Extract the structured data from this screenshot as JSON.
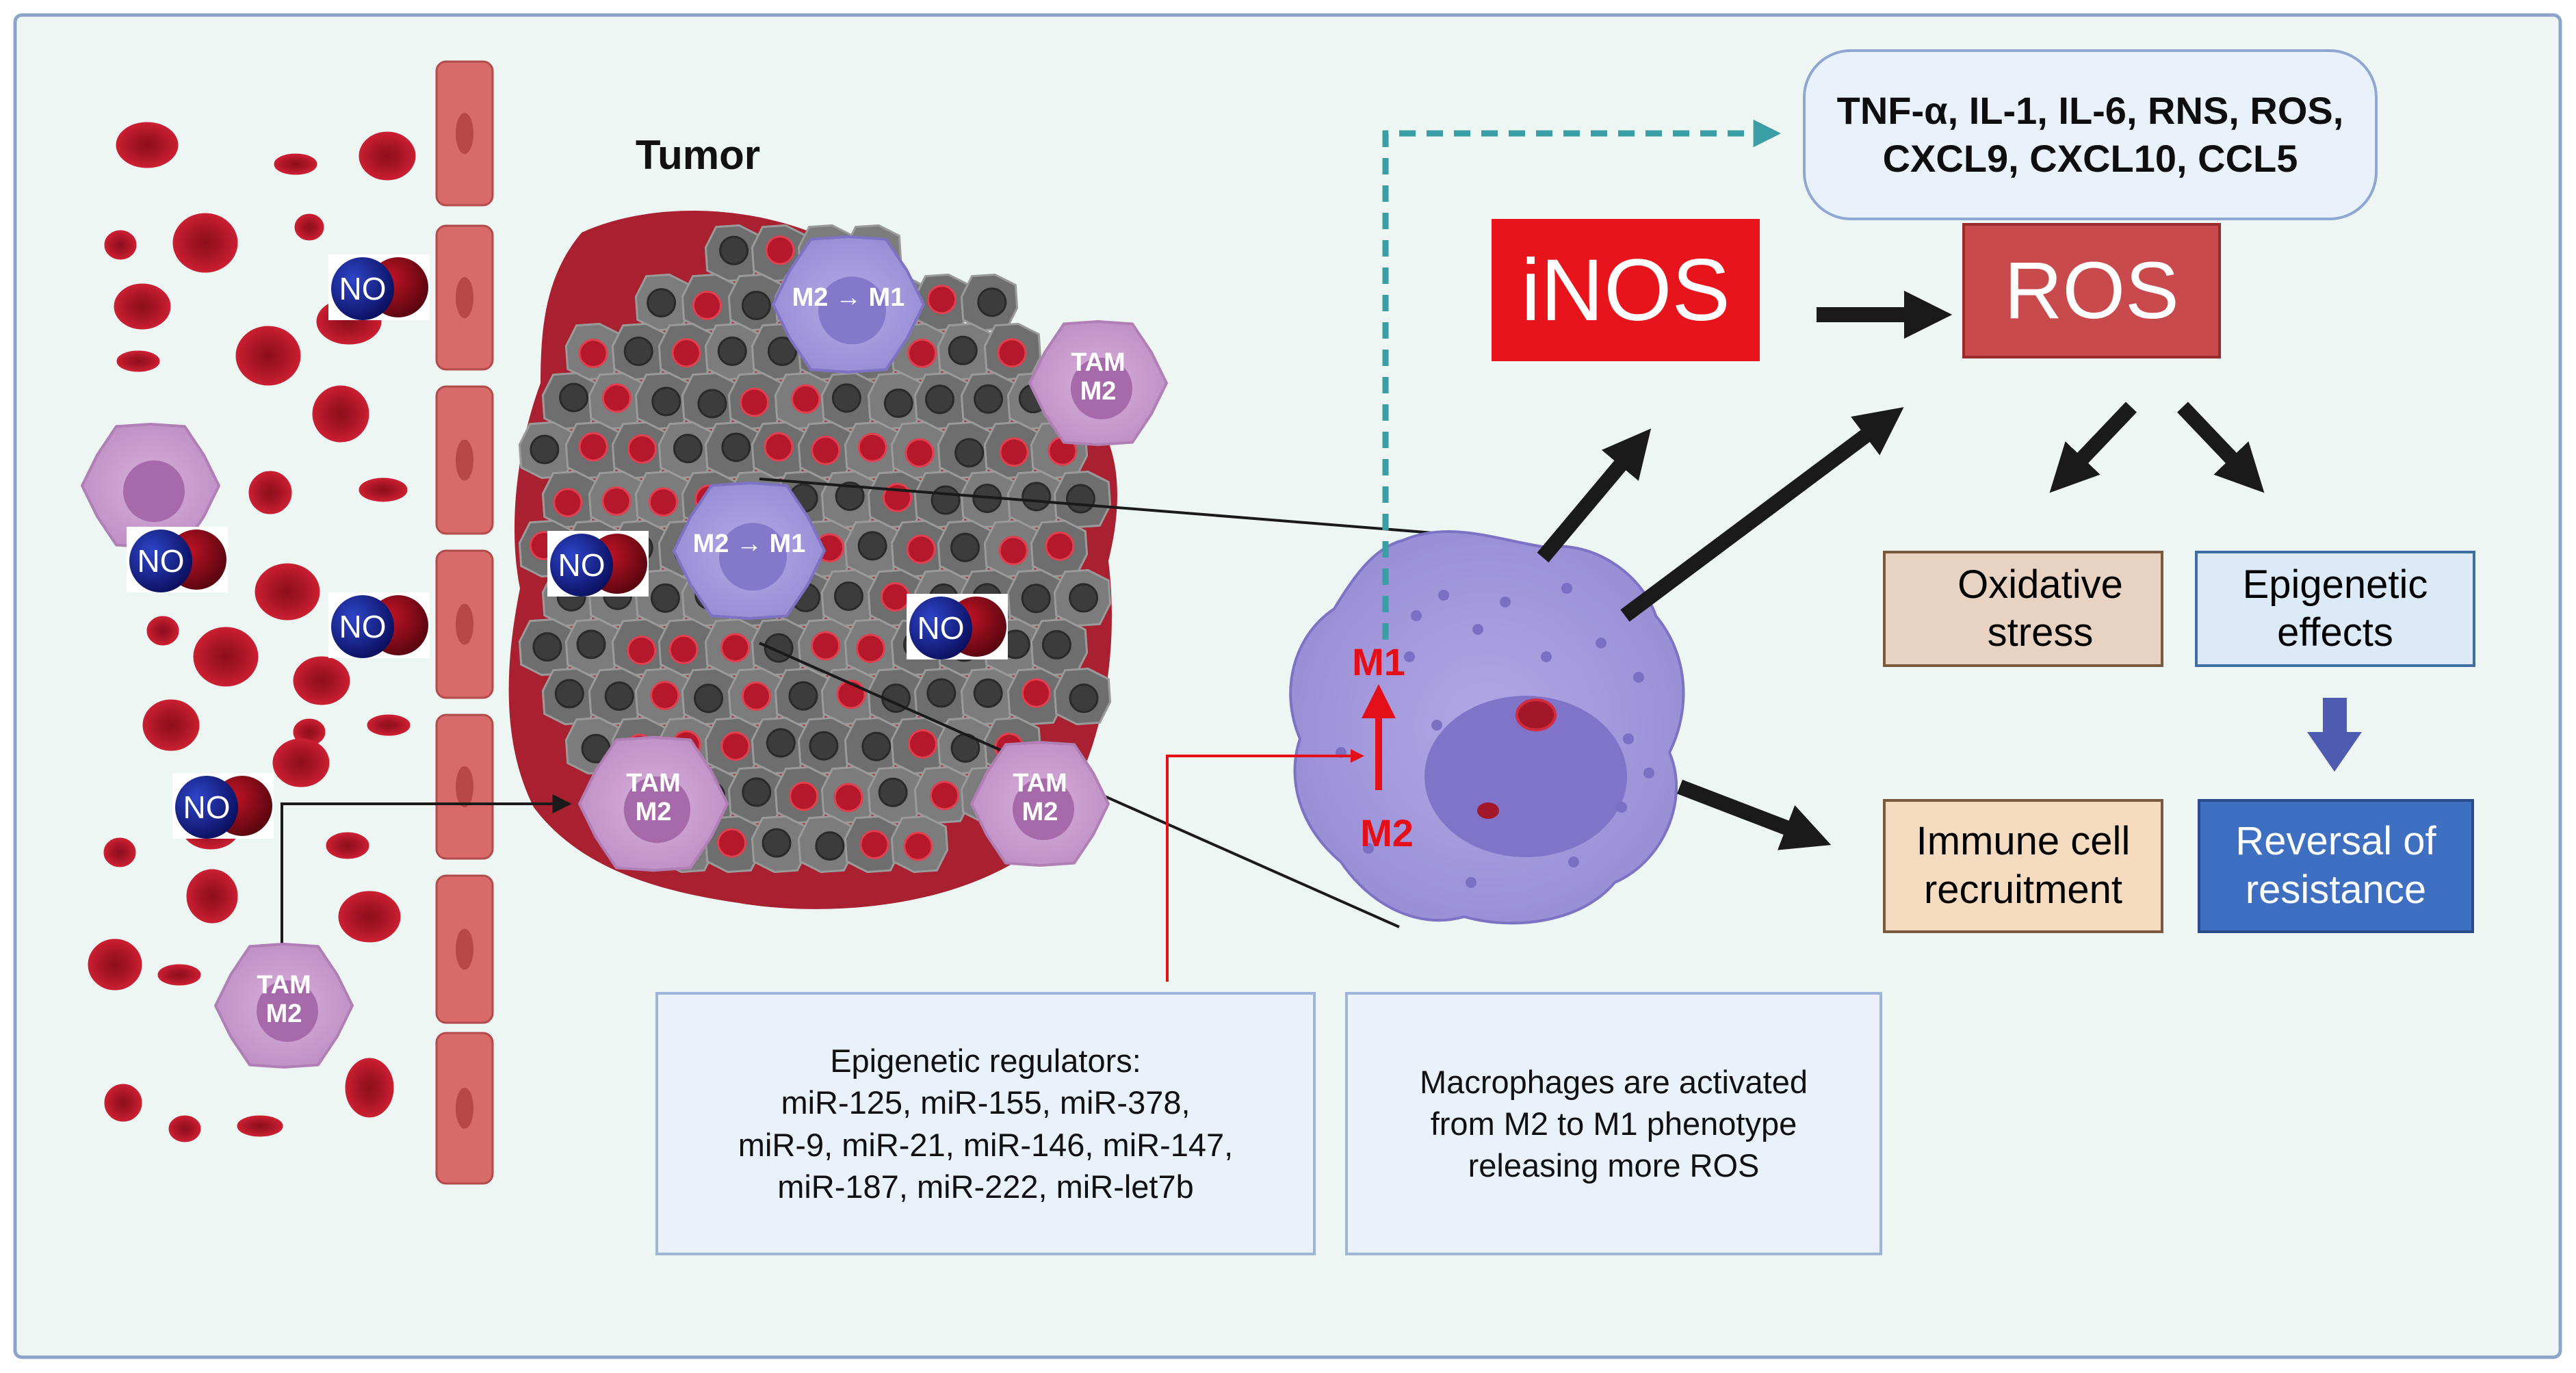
{
  "tumor_label": "Tumor",
  "no_label": "NO",
  "cytokines": {
    "line1": "TNF-α, IL-1, IL-6, RNS, ROS,",
    "line2": "CXCL9, CXCL10, CCL5"
  },
  "inos_label": "iNOS",
  "ros_label": "ROS",
  "oxidative_stress": {
    "line1": "Oxidative",
    "line2": "stress"
  },
  "epigenetic_effects": {
    "line1": "Epigenetic",
    "line2": "effects"
  },
  "immune_recruitment": {
    "line1": "Immune cell",
    "line2": "recruitment"
  },
  "reversal_resistance": {
    "line1": "Reversal of",
    "line2": "resistance"
  },
  "m1_label": "M1",
  "m2_label": "M2",
  "m2_to_m1": "M2 → M1",
  "tam_line1": "TAM",
  "tam_line2": "M2",
  "epigenetic_regulators": {
    "title": "Epigenetic regulators:",
    "line1": "miR-125, miR-155, miR-378,",
    "line2": "miR-9, miR-21, miR-146, miR-147,",
    "line3": "miR-187, miR-222,  miR-let7b"
  },
  "macrophage_note": {
    "line1": "Macrophages are activated",
    "line2": "from M2 to M1 phenotype",
    "line3": "releasing more ROS"
  },
  "colors": {
    "inos_fill": "#e8141c",
    "ros_fill": "#c94a4c",
    "cytokine_box": "#e9f1fb",
    "oxidative_box": "#e8d3c2",
    "epigenetic_box": "#dce9f6",
    "immune_box": "#f5dcc0",
    "reversal_box": "#3f6fc0",
    "macrophage": "#9e93d9",
    "tam": "#c79acb",
    "rbc": "#b8172a",
    "tumor_cell": "#7a7a7a",
    "vessel": "#d86a6a",
    "dashed_arrow": "#3a9ea5"
  }
}
